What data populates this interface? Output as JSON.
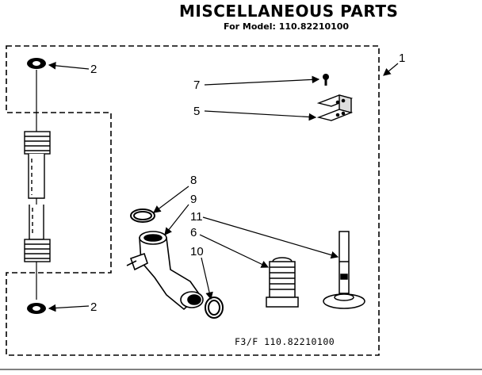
{
  "title": "MISCELLANEOUS PARTS",
  "subtitle": "For Model: 110.82210100",
  "footer": "F3/F 110.82210100",
  "callouts": {
    "assembly": "1",
    "washer_top": "2",
    "washer_bottom": "2",
    "screw": "7",
    "clip": "5",
    "clamp_upper": "8",
    "elbow": "9",
    "clamp_lower": "10",
    "agitator_stem": "11",
    "cap": "6"
  }
}
